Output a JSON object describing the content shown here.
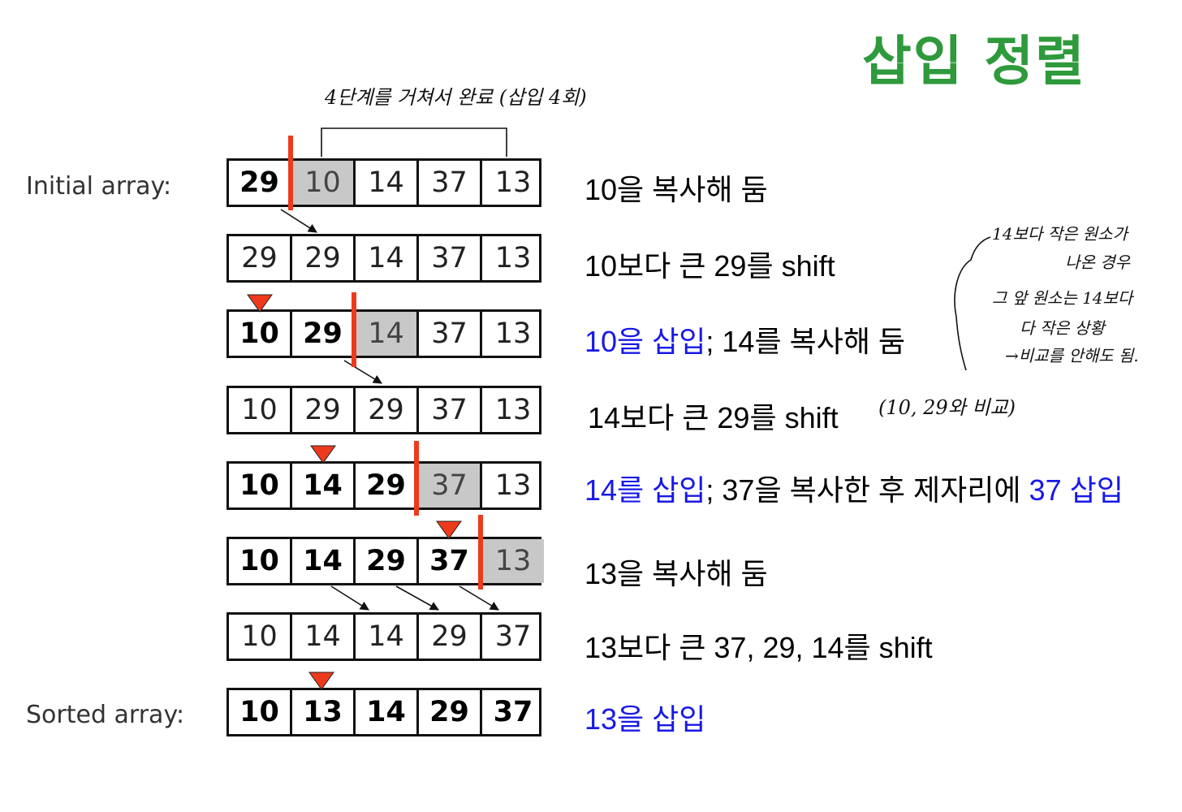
{
  "title": "삽입 정렬",
  "note_top": "4단계를 거쳐서 완료 (삽입 4회)",
  "labels": {
    "initial": "Initial array:",
    "sorted": "Sorted array:"
  },
  "rows": [
    {
      "cells": [
        "29",
        "10",
        "14",
        "37",
        "13"
      ],
      "sorted_count": 1,
      "gray_index": 1,
      "desc_parts": [
        {
          "text": "10을 복사해 둠",
          "blue": false
        }
      ]
    },
    {
      "cells": [
        "29",
        "29",
        "14",
        "37",
        "13"
      ],
      "sorted_count": 0,
      "gray_index": -1,
      "desc_parts": [
        {
          "text": "10보다 큰 29를 shift",
          "blue": false
        }
      ]
    },
    {
      "cells": [
        "10",
        "29",
        "14",
        "37",
        "13"
      ],
      "sorted_count": 2,
      "gray_index": 2,
      "desc_parts": [
        {
          "text": "10을 삽입",
          "blue": true
        },
        {
          "text": "; 14를 복사해 둠",
          "blue": false
        }
      ]
    },
    {
      "cells": [
        "10",
        "29",
        "29",
        "37",
        "13"
      ],
      "sorted_count": 0,
      "gray_index": -1,
      "desc_parts": [
        {
          "text": "14보다 큰 29를 shift",
          "blue": false
        }
      ]
    },
    {
      "cells": [
        "10",
        "14",
        "29",
        "37",
        "13"
      ],
      "sorted_count": 3,
      "gray_index": 3,
      "desc_parts": [
        {
          "text": "14를 삽입",
          "blue": true
        },
        {
          "text": "; 37을 복사한 후 제자리에 ",
          "blue": false
        },
        {
          "text": "37 삽입",
          "blue": true
        }
      ]
    },
    {
      "cells": [
        "10",
        "14",
        "29",
        "37",
        "13"
      ],
      "sorted_count": 4,
      "gray_index": 4,
      "desc_parts": [
        {
          "text": "13을 복사해 둠",
          "blue": false
        }
      ]
    },
    {
      "cells": [
        "10",
        "14",
        "14",
        "29",
        "37"
      ],
      "sorted_count": 0,
      "gray_index": -1,
      "desc_parts": [
        {
          "text": "13보다 큰 37, 29, 14를 shift",
          "blue": false
        }
      ]
    },
    {
      "cells": [
        "10",
        "13",
        "14",
        "29",
        "37"
      ],
      "sorted_count": 5,
      "gray_index": -1,
      "desc_parts": [
        {
          "text": "13을 삽입",
          "blue": true
        }
      ]
    }
  ],
  "handwritten_notes": {
    "side_lines": [
      "14보다 작은 원소가",
      "나온 경우",
      "그 앞 원소는 14보다",
      "다 작은 상황",
      "→비교를 안해도 됨."
    ],
    "compare": "(10, 29와 비교)"
  },
  "colors": {
    "title": "#2e9a3c",
    "insert_text": "#1818e6",
    "marker": "#ee3a1c",
    "copied_cell": "#c8c8c8"
  }
}
